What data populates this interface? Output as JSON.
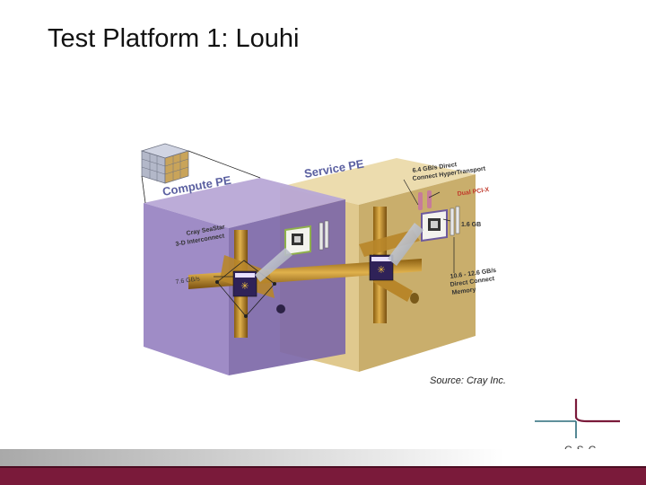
{
  "slide": {
    "title": "Test Platform 1: Louhi",
    "source": "Source: Cray Inc."
  },
  "diagram": {
    "labels": {
      "compute_pe": "Compute PE",
      "service_pe": "Service PE",
      "hypertransport_line1": "6.4 GB/s Direct",
      "hypertransport_line2": "Connect HyperTransport",
      "dual_pcix": "Dual PCI-X",
      "memory_size": "1.6 GB",
      "interconnect_line1": "Cray SeaStar",
      "interconnect_line2": "3-D Interconnect",
      "link_bandwidth": "7.6 GB/s",
      "memory_line1": "10.6 - 12.6 GB/s",
      "memory_line2": "Direct Connect",
      "memory_line3": "Memory"
    },
    "colors": {
      "compute_box": "#8f7ab8",
      "service_box": "#d9c38e",
      "pipes": "#c8942a",
      "chip": "#3b2a6b",
      "dual_pcix": "#c0392b"
    }
  },
  "logo": {
    "text": "CSC",
    "colors": {
      "accent": "#7a1a3a",
      "line": "#2a6b7a"
    }
  },
  "footer": {
    "bar_color": "#7a1a3a"
  }
}
